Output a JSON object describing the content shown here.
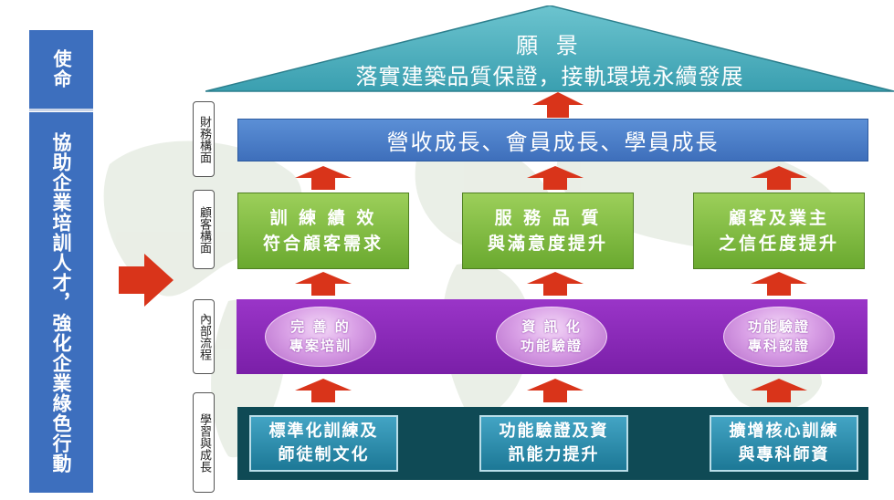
{
  "mission": {
    "title": "使命",
    "text": "協助企業培訓人才，強化企業綠色行動"
  },
  "vision": {
    "title": "願 景",
    "text": "落實建築品質保證，接軌環境永續發展"
  },
  "perspectives": {
    "financial": "財務構面",
    "customer": "顧客構面",
    "internal": "內部流程",
    "learning": "學習與成長"
  },
  "financial_goal": "營收成長、會員成長、學員成長",
  "customer_goals": [
    {
      "line1": "訓 練 績 效",
      "line2": "符合顧客需求"
    },
    {
      "line1": "服 務 品 質",
      "line2": "與滿意度提升"
    },
    {
      "line1": "顧客及業主",
      "line2": "之信任度提升"
    }
  ],
  "internal_processes": [
    {
      "line1": "完 善 的",
      "line2": "專案培訓"
    },
    {
      "line1": "資 訊 化",
      "line2": "功能驗證"
    },
    {
      "line1": "功能驗證",
      "line2": "專科認證"
    }
  ],
  "learning_goals": [
    {
      "line1": "標準化訓練及",
      "line2": "師徒制文化"
    },
    {
      "line1": "功能驗證及資",
      "line2": "訊能力提升"
    },
    {
      "line1": "擴增核心訓練",
      "line2": "與專科師資"
    }
  ],
  "colors": {
    "mission": "#3d6fbe",
    "roof": "#4aabb8",
    "financial": "#4a7fc8",
    "customer": "#7ab83c",
    "internal": "#8a2bb8",
    "learning": "#0f4a55",
    "arrow": "#d9341a"
  }
}
